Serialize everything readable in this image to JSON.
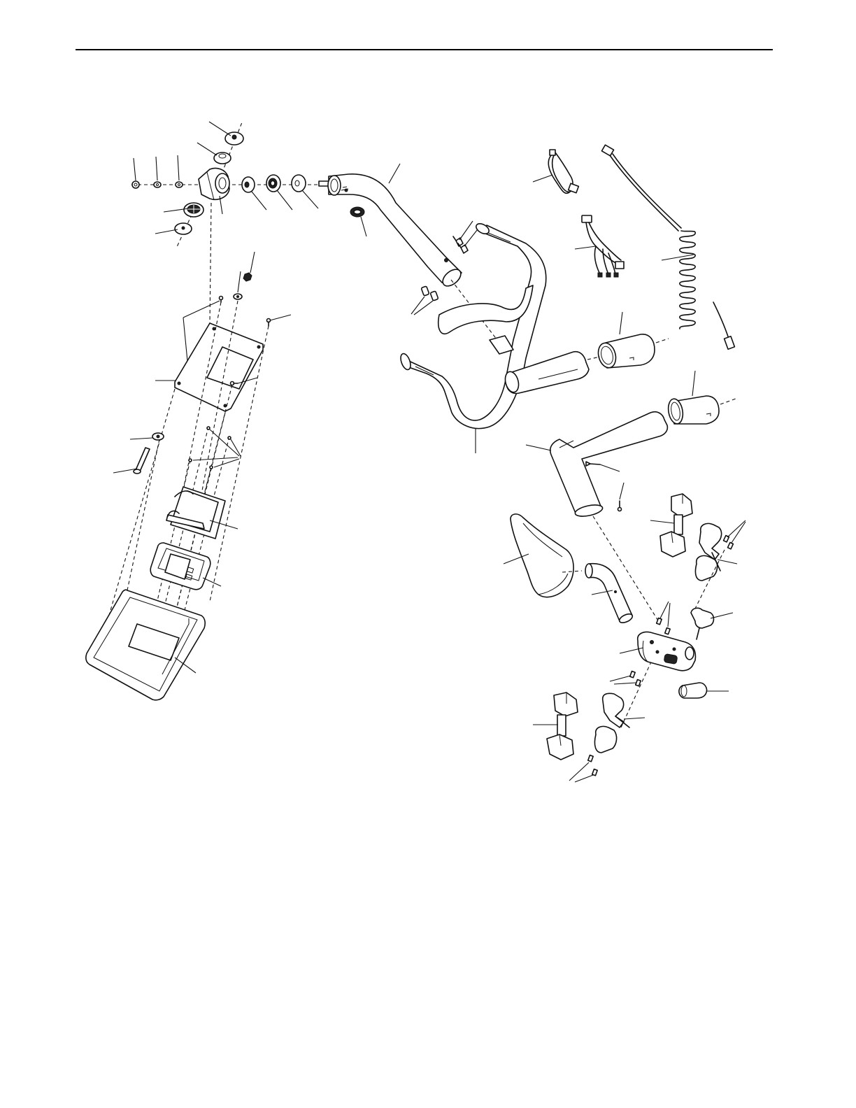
{
  "page": {
    "header_rule_visible": true
  },
  "colors": {
    "line": "#111111",
    "background": "#ffffff"
  },
  "diagram": {
    "type": "exploded-parts-view",
    "callout_labels_printed": false,
    "assemblies": [
      "console-mast-assembly",
      "handlebar-tube",
      "front-handlebar",
      "wire-harnesses",
      "seat-post-assembly",
      "seat",
      "dumbbells",
      "weight-holders"
    ]
  }
}
